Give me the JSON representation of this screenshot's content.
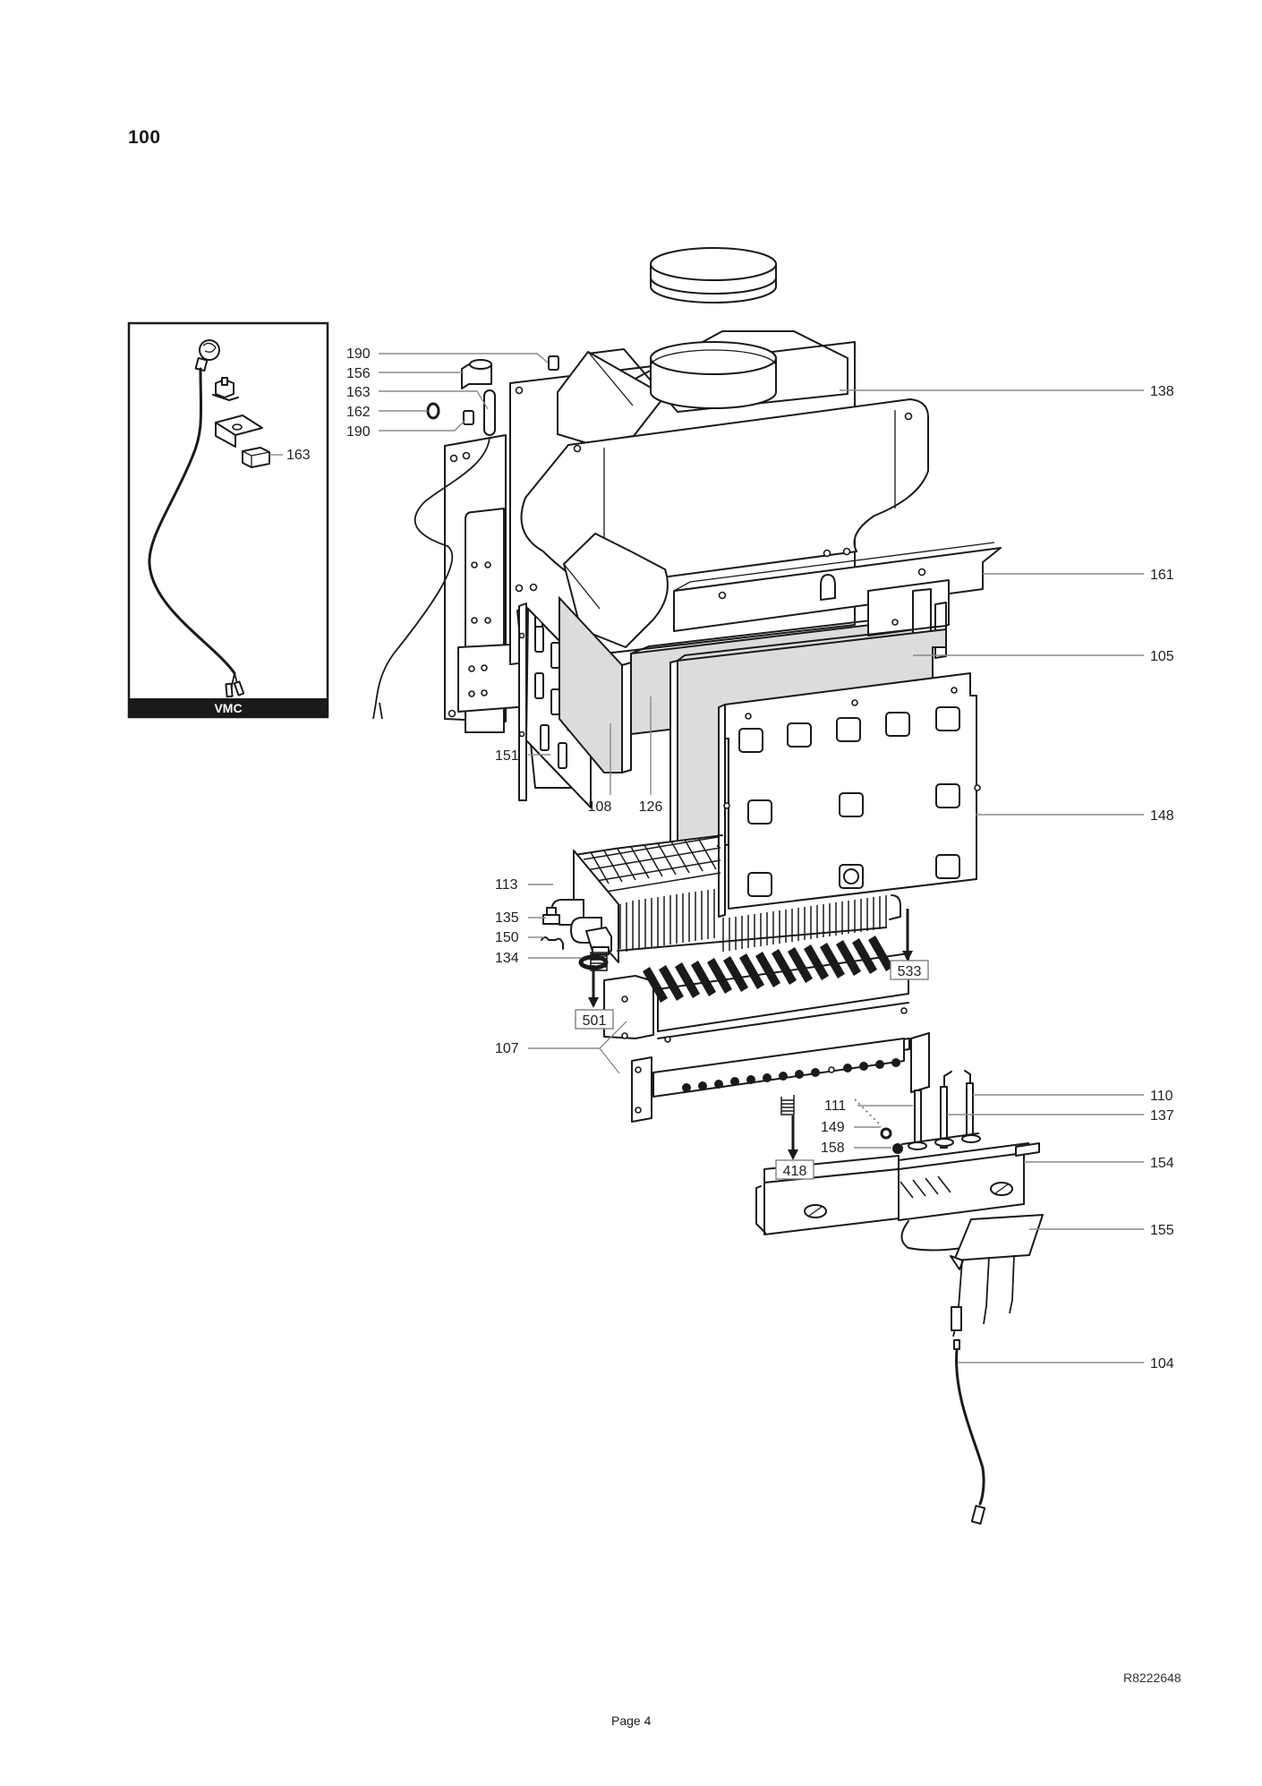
{
  "figure_number": "100",
  "inset": {
    "title": "VMC",
    "labels": [
      "163"
    ]
  },
  "callouts": {
    "left": [
      "190",
      "156",
      "163",
      "162",
      "190",
      "151",
      "108",
      "126",
      "113",
      "135",
      "150",
      "134",
      "107",
      "111",
      "149",
      "158"
    ],
    "right": [
      "138",
      "161",
      "105",
      "148",
      "110",
      "137",
      "154",
      "155",
      "104"
    ]
  },
  "references": [
    "533",
    "501",
    "418"
  ],
  "footer": {
    "page": "Page 4",
    "drawing_code": "R8222648"
  }
}
